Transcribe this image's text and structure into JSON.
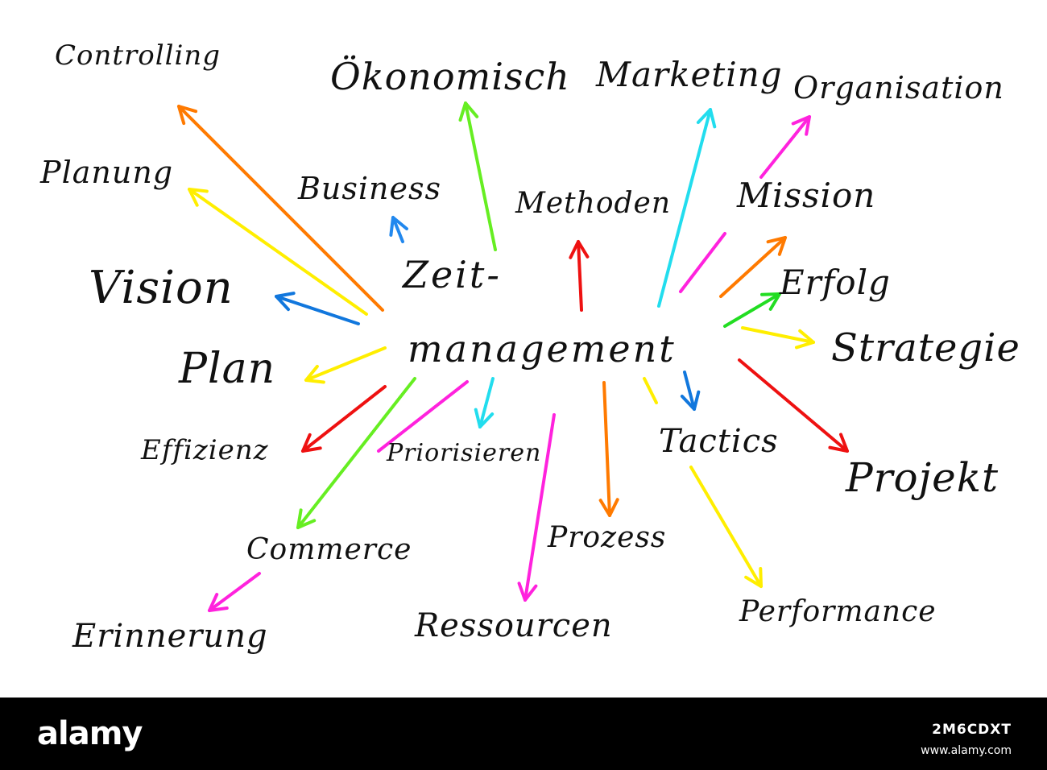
{
  "center": {
    "line1": "Zeit-",
    "line2": "management"
  },
  "terms": [
    {
      "id": "controlling",
      "label": "Controlling",
      "color": "#ff7a00"
    },
    {
      "id": "oekonomisch",
      "label": "Ökonomisch",
      "color": "#66ee22"
    },
    {
      "id": "marketing",
      "label": "Marketing",
      "color": "#22ddee"
    },
    {
      "id": "organisation",
      "label": "Organisation",
      "color": "#ff22dd"
    },
    {
      "id": "planung",
      "label": "Planung",
      "color": "#ffee00"
    },
    {
      "id": "business",
      "label": "Business",
      "color": "#2288ee"
    },
    {
      "id": "methoden",
      "label": "Methoden",
      "color": "#ee1111"
    },
    {
      "id": "mission",
      "label": "Mission",
      "color": "#ff7a00"
    },
    {
      "id": "vision",
      "label": "Vision",
      "color": "#1177dd"
    },
    {
      "id": "erfolg",
      "label": "Erfolg",
      "color": "#22dd22"
    },
    {
      "id": "strategie",
      "label": "Strategie",
      "color": "#ffee00"
    },
    {
      "id": "plan",
      "label": "Plan",
      "color": "#ffee00"
    },
    {
      "id": "effizienz",
      "label": "Effizienz",
      "color": "#ee1111"
    },
    {
      "id": "priorisieren",
      "label": "Priorisieren",
      "color": "#22ddee"
    },
    {
      "id": "tactics",
      "label": "Tactics",
      "color": "#1177dd"
    },
    {
      "id": "projekt",
      "label": "Projekt",
      "color": "#ee1111"
    },
    {
      "id": "commerce",
      "label": "Commerce",
      "color": "#66ee22"
    },
    {
      "id": "prozess",
      "label": "Prozess",
      "color": "#ff7a00"
    },
    {
      "id": "performance",
      "label": "Performance",
      "color": "#ffee00"
    },
    {
      "id": "erinnerung",
      "label": "Erinnerung",
      "color": "#ff22dd"
    },
    {
      "id": "ressourcen",
      "label": "Ressourcen",
      "color": "#ff22dd"
    }
  ],
  "extra_strokes": [
    {
      "id": "magenta-ne",
      "color": "#ff22dd"
    },
    {
      "id": "magenta-sw",
      "color": "#ff22dd"
    }
  ],
  "watermark": {
    "brand": "alamy",
    "image_id": "2M6CDXT",
    "url": "www.alamy.com"
  }
}
